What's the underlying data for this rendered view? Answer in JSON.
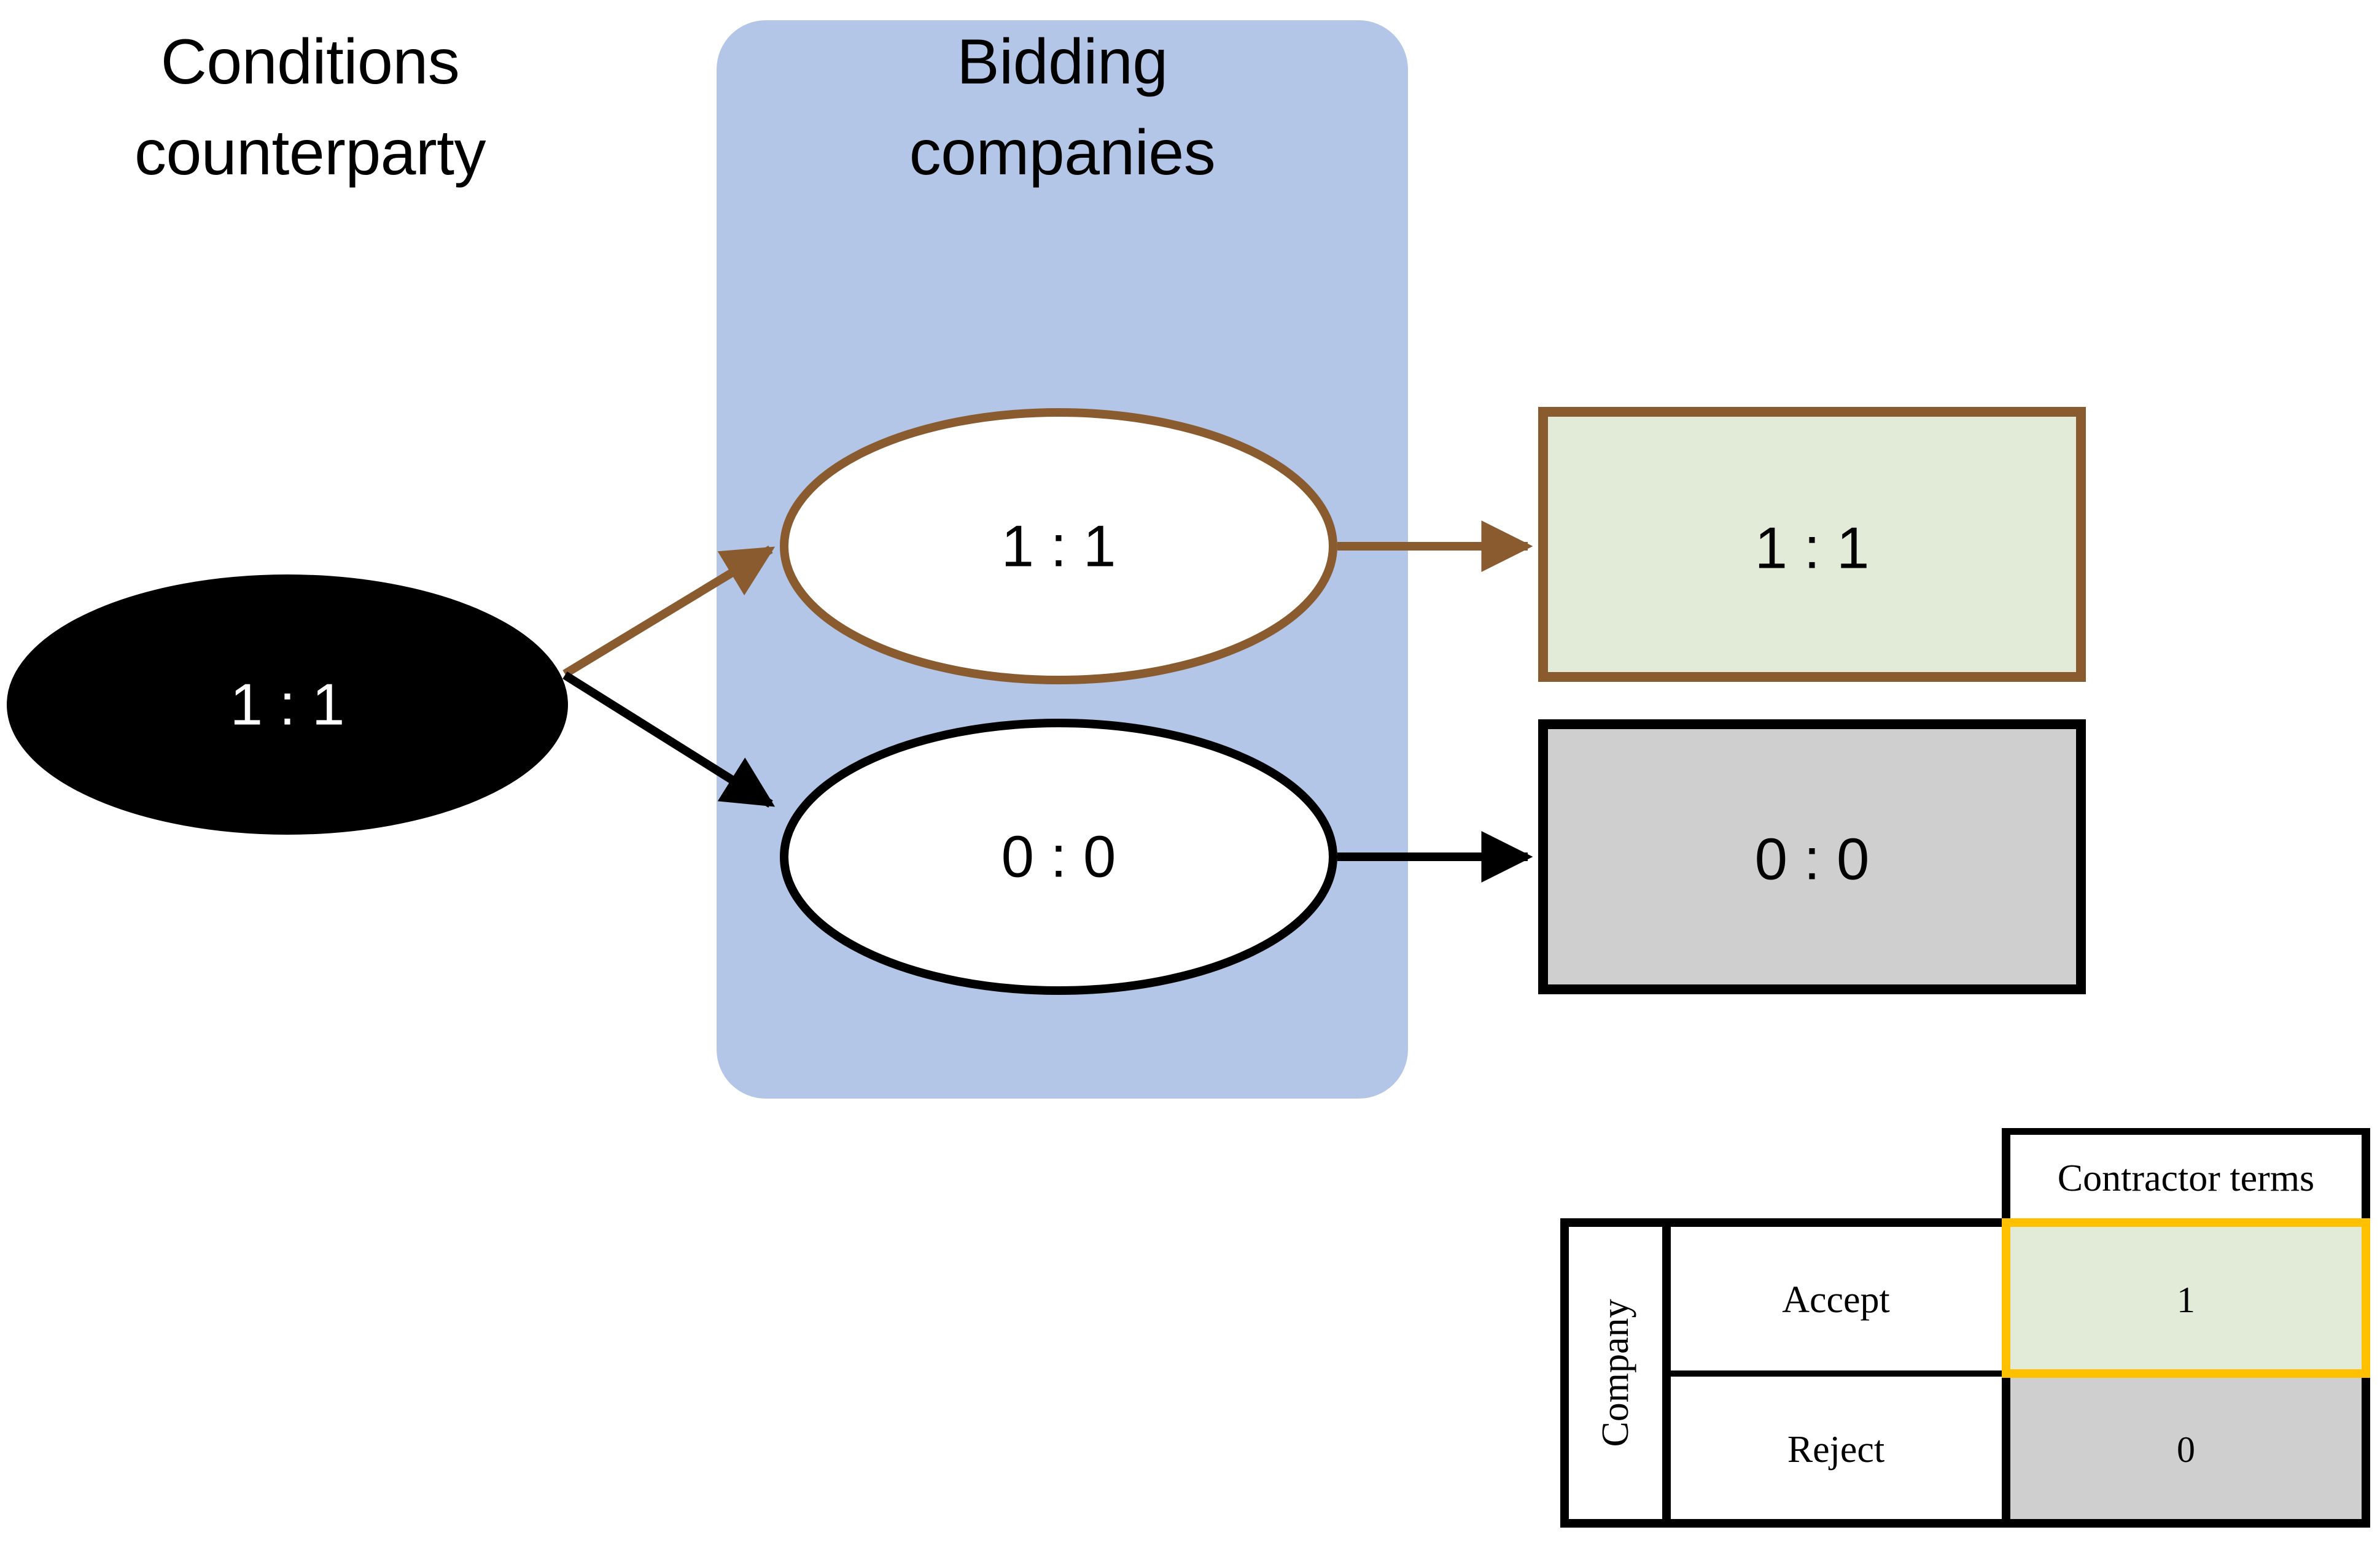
{
  "columns": {
    "left_heading": "Conditions counterparty",
    "left_heading_line1": "Conditions",
    "left_heading_line2": "counterparty",
    "group_heading": "Bidding companies",
    "group_heading_line1": "Bidding",
    "group_heading_line2": "companies"
  },
  "nodes": {
    "root": {
      "label": "1 : 1",
      "shape": "ellipse",
      "fill": "#000000",
      "text_color": "#ffffff"
    },
    "branch_accept": {
      "label": "1 : 1",
      "shape": "ellipse",
      "fill": "#ffffff",
      "stroke": "#8a5b2e"
    },
    "branch_reject": {
      "label": "0 : 0",
      "shape": "ellipse",
      "fill": "#ffffff",
      "stroke": "#000000"
    },
    "payoff_accept": {
      "label": "1 : 1",
      "shape": "rectangle",
      "fill": "#e2ebd8",
      "stroke": "#8a5b2e"
    },
    "payoff_reject": {
      "label": "0 : 0",
      "shape": "rectangle",
      "fill": "#cfcfcf",
      "stroke": "#000000"
    }
  },
  "edges": [
    {
      "from": "root",
      "to": "branch_accept",
      "color": "#8a5b2e"
    },
    {
      "from": "root",
      "to": "branch_reject",
      "color": "#000000"
    },
    {
      "from": "branch_accept",
      "to": "payoff_accept",
      "color": "#8a5b2e"
    },
    {
      "from": "branch_reject",
      "to": "payoff_reject",
      "color": "#000000"
    }
  ],
  "matrix": {
    "column_header": "Contractor terms",
    "row_group_label": "Company",
    "rows": [
      {
        "label": "Accept",
        "value": "1",
        "fill": "#e2ebd8",
        "highlight": "#ffc000"
      },
      {
        "label": "Reject",
        "value": "0",
        "fill": "#cfcfcf",
        "highlight": "#000000"
      }
    ]
  },
  "colors": {
    "panel": "#b3c6e7",
    "brown": "#8a5b2e",
    "green": "#e2ebd8",
    "gray": "#cfcfcf",
    "highlight": "#ffc000",
    "black": "#000000",
    "white": "#ffffff"
  }
}
